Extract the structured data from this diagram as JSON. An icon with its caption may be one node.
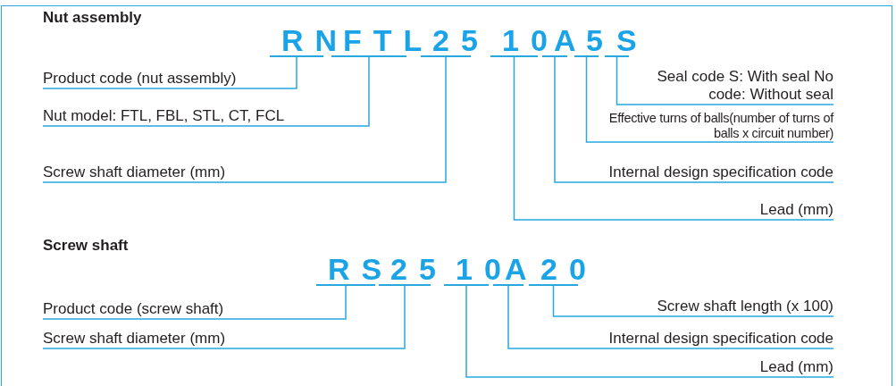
{
  "diagram": {
    "nodes": [
      {
        "text": [
          "RN"
        ]
      },
      {
        "text": [
          "FTL"
        ]
      },
      {
        "text": [
          "25"
        ]
      },
      {
        "text": [
          "10"
        ]
      },
      {
        "text": [
          "A"
        ]
      },
      {
        "text": [
          "5"
        ]
      },
      {
        "text": [
          "S"
        ]
      },
      {
        "text": [
          "Product code (nut assembly)"
        ]
      },
      {
        "text": [
          "Seal code S: With seal No code: Without seal"
        ]
      },
      {
        "text": [
          "Nut model: FTL, FBL, STL, CT, FCL"
        ]
      },
      {
        "text": [
          "Effective turns of balls(number of turns of balls x circuit number)"
        ]
      },
      {
        "text": [
          "Screw shaft diameter (mm)"
        ]
      },
      {
        "text": [
          "Internal design specification code"
        ]
      },
      {
        "text": [
          "Lead (mm)"
        ]
      },
      {
        "text": [
          "RS"
        ]
      },
      {
        "text": [
          "25"
        ]
      },
      {
        "text": [
          "10"
        ]
      },
      {
        "text": [
          "A"
        ]
      },
      {
        "text": [
          "20"
        ]
      },
      {
        "text": [
          "Product code (screw shaft)"
        ]
      },
      {
        "text": [
          "Screw shaft length (x 100)"
        ]
      },
      {
        "text": [
          "Screw shaft diameter (mm)"
        ]
      },
      {
        "text": [
          "Internal design specification code"
        ]
      },
      {
        "text": [
          "Lead (mm)"
        ]
      }
    ],
    "edges": [
      {
        "from": 7,
        "to": 0,
        "arrow": "none"
      },
      {
        "from": 9,
        "to": 1,
        "arrow": "none"
      },
      {
        "from": 11,
        "to": 2,
        "arrow": "none"
      },
      {
        "from": 13,
        "to": 3,
        "arrow": "none"
      },
      {
        "from": 12,
        "to": 4,
        "arrow": "none"
      },
      {
        "from": 10,
        "to": 5,
        "arrow": "none"
      },
      {
        "from": 8,
        "to": 6,
        "arrow": "none"
      },
      {
        "from": 19,
        "to": 14,
        "arrow": "none"
      },
      {
        "from": 21,
        "to": 15,
        "arrow": "none"
      },
      {
        "from": 23,
        "to": 16,
        "arrow": "none"
      },
      {
        "from": 22,
        "to": 17,
        "arrow": "none"
      },
      {
        "from": 20,
        "to": 18,
        "arrow": "none"
      }
    ],
    "labels": [
      "Nut assembly",
      "Screw shaft"
    ]
  }
}
